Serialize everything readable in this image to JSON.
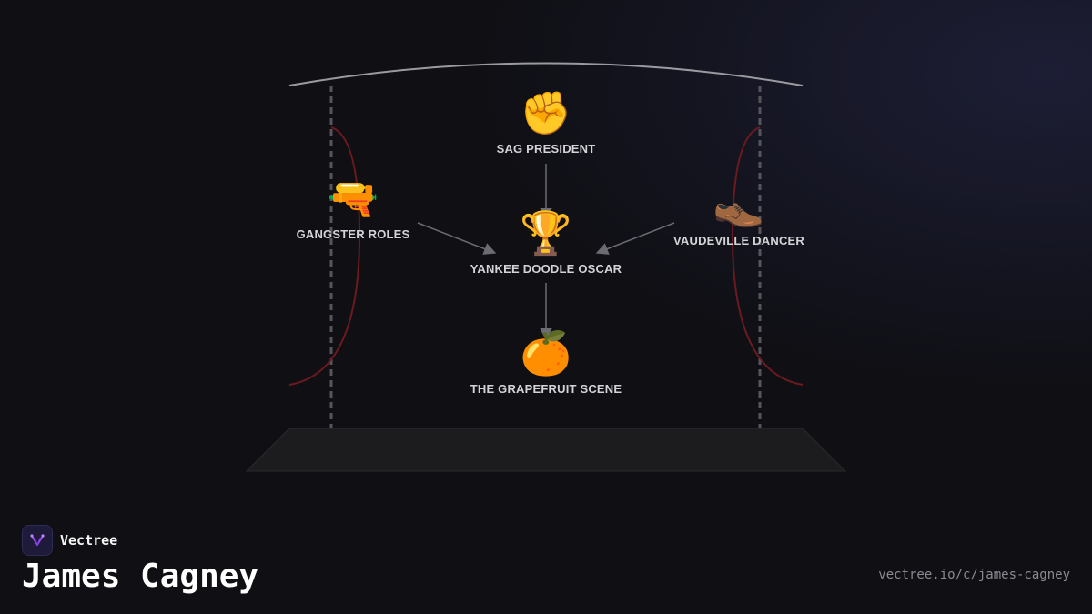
{
  "diagram": {
    "nodes": [
      {
        "id": "sag",
        "icon": "raised-fist-icon",
        "emoji": "✊",
        "label": "SAG PRESIDENT"
      },
      {
        "id": "gangster",
        "icon": "water-pistol-icon",
        "emoji": "🔫",
        "label": "GANGSTER ROLES"
      },
      {
        "id": "oscar",
        "icon": "trophy-icon",
        "emoji": "🏆",
        "label": "YANKEE DOODLE OSCAR"
      },
      {
        "id": "vaudeville",
        "icon": "dance-shoe-icon",
        "emoji": "👞",
        "label": "VAUDEVILLE DANCER"
      },
      {
        "id": "grapefruit",
        "icon": "citrus-fruit-icon",
        "emoji": "🍊",
        "label": "THE GRAPEFRUIT SCENE"
      }
    ],
    "edges": [
      {
        "from": "sag",
        "to": "oscar"
      },
      {
        "from": "gangster",
        "to": "oscar"
      },
      {
        "from": "vaudeville",
        "to": "oscar"
      },
      {
        "from": "oscar",
        "to": "grapefruit"
      }
    ]
  },
  "colors": {
    "background": "#0f0f14",
    "curtain": "#6b1a1f",
    "arrow": "#6b6b72",
    "stage_floor": "#1c1c1e",
    "label": "#d4d4d8"
  },
  "brand": {
    "name": "Vectree",
    "icon": "vectree-logo-icon"
  },
  "page": {
    "title": "James Cagney",
    "url": "vectree.io/c/james-cagney"
  }
}
